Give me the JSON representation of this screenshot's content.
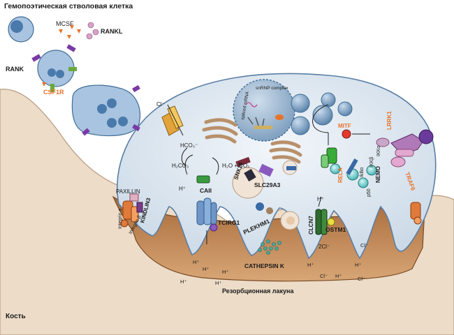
{
  "labels": {
    "hsc_title": "Гемопоэтическая стволовая клетка",
    "mcsf": "MCSF",
    "rankl": "RANKL",
    "rank": "RANK",
    "csf1r": "CSF1R",
    "paxillin": "PAXILLIN",
    "integrin_a": "Integrin α",
    "integrin_b": "Integrin β",
    "kindlin3": "KINDLIN3",
    "tcirg1": "TCIRG1",
    "caii": "CAII",
    "h2co3": "H₂CO₃",
    "h2o_co2": "H₂O + CO₂",
    "hco3": "HCO₃⁻",
    "cl_minus": "Cl⁻",
    "h_plus": "H⁺",
    "snx10": "SNX10",
    "slc29a3": "SLC29A3",
    "plekhm1": "PLEKHM1",
    "clcn7": "CLCN7",
    "ostm1": "OSTM1",
    "two_cl": "2Cl⁻",
    "cathepsin_k": "CATHEPSIN K",
    "resorption": "Резорбционная лакуна",
    "bone": "Кость",
    "snrnp": "snRNP complex",
    "spliced": "spliced mRNA",
    "lrrk1": "LRRK1",
    "traf6": "TRAF6",
    "mitf": "MITF",
    "ikka": "IKKα",
    "ikkb": "IKKβ",
    "nemo": "NEMO",
    "ikba": "IkBα",
    "rela": "RELA",
    "p50": "p50"
  },
  "colors": {
    "bone": "#ecdcc8",
    "lacuna": "#b87a45",
    "cell": "#dce6ef",
    "cell_border": "#5a7fa5",
    "nucleus": "#a9c0d6",
    "orange_label": "#e8732a"
  }
}
